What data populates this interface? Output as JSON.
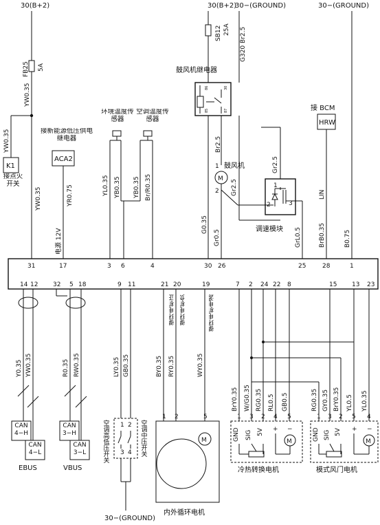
{
  "top": {
    "b2_left": "30(B+2)",
    "b2_mid": "30(B+2)",
    "gnd_mid": "30−(GROUND)",
    "gnd_right": "30−(GROUND)",
    "gnd_bottom": "30−(GROUND)"
  },
  "fuses": {
    "fb25": "FB25",
    "fb25_rating": "5A",
    "sb12": "SB12",
    "sb12_rating": "25A"
  },
  "wires": {
    "yw035_top": "YW0.35",
    "yw035_left": "YW0.35",
    "yw035_main": "YW0.35",
    "g320": "G320 Br2.5",
    "br25": "Br2.5",
    "gr25_a": "Gr2.5",
    "gr25_b": "Gr2.5",
    "yr075": "YR0.75",
    "yl035": "YL0.35",
    "yb035_a": "YB0.35",
    "yb035_b": "YB0.35",
    "brr035": "Br/R0.35",
    "g035": "G0.35",
    "gr05": "Gr0.5",
    "grl05": "GrL0.5",
    "lin": "LIN",
    "brb035": "BrB0.35",
    "b075": "B0.75",
    "y035": "Y0.35",
    "yw035_can": "YW0.35",
    "r035": "R0.35",
    "rw035": "RW0.35",
    "ly035": "LY0.35",
    "gb035": "GB0.35",
    "by035": "BY0.35",
    "ry035": "RY0.35",
    "wy035": "WY0.35",
    "m1": [
      "BrY0.35",
      "W/G0.35",
      "RG0.35",
      "RL0.5",
      "GB0.5"
    ],
    "m2": [
      "RG0.35",
      "GY0.35",
      "BrY0.35",
      "YL0.5",
      "YL0.35"
    ]
  },
  "labels": {
    "power_12v": "电源 12V",
    "k1": "K1",
    "ignition": "接点火开关",
    "aca2": "ACA2",
    "aca2_desc": "接新能源低压供电继电器",
    "ambient_sensor": "环境温度传感器",
    "ac_sensor": "空调温度传感器",
    "blower_relay": "鼓风机继电器",
    "blower": "鼓风机",
    "speed_module": "调速模块",
    "bcm": "接 BCM",
    "hrw": "HRW",
    "circ_pos": "循环电机正",
    "circ_neg": "循环电机负",
    "circ_pwr": "循环电机电源",
    "ac_lowhigh": "空调高低压开关",
    "ac_mid": "空调中压开关",
    "circ_motor": "内外循环电机",
    "cold_hot_motor": "冷热转换电机",
    "mode_motor": "模式风门电机",
    "ebus": "EBUS",
    "vbus": "VBUS",
    "can4h": "CAN 4−H",
    "can4l": "CAN 4−L",
    "can3h": "CAN 3−H",
    "can3l": "CAN 3−L",
    "gnd": "GND",
    "sig": "SIG",
    "v5": "5V",
    "plus": "+",
    "minus": "−",
    "m": "M"
  },
  "connector": {
    "top_pins": [
      "31",
      "17",
      "3",
      "6",
      "4",
      "30",
      "26",
      "25",
      "28",
      "1"
    ],
    "bottom_pins": [
      "14",
      "12",
      "32",
      "5",
      "18",
      "9",
      "11",
      "21",
      "20",
      "19",
      "7",
      "2",
      "24",
      "22",
      "8",
      "15",
      "13",
      "23"
    ]
  },
  "pins_small": {
    "switch": [
      "1",
      "2",
      "3",
      "4"
    ],
    "circ": [
      "1",
      "2",
      "5"
    ],
    "m1": [
      "1",
      "3",
      "2",
      "4",
      "5"
    ],
    "m2": [
      "1",
      "3",
      "2",
      "5",
      "4"
    ],
    "blower": [
      "1",
      "2"
    ],
    "module": [
      "1",
      "2",
      "3"
    ],
    "relay": [
      "86",
      "85",
      "30",
      "87"
    ]
  }
}
